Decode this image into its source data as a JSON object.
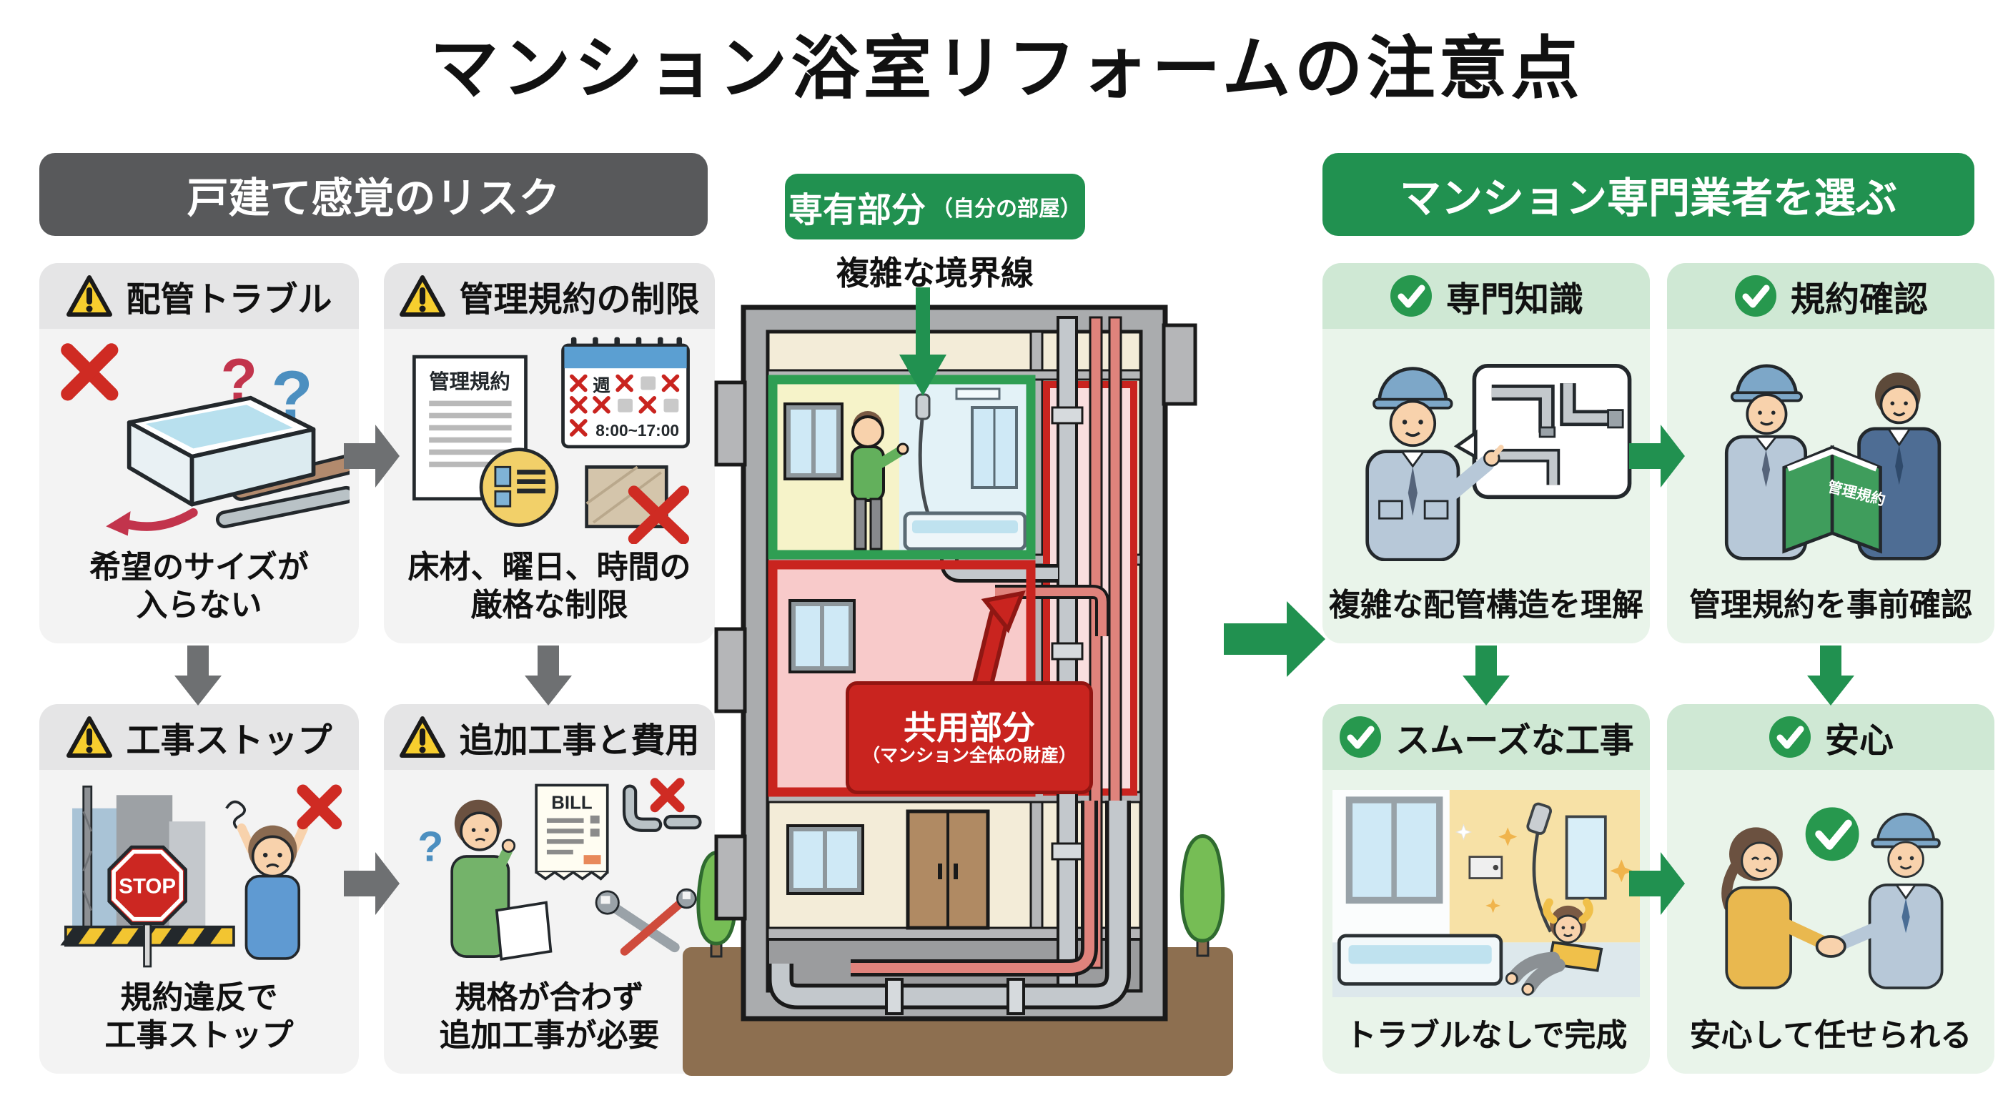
{
  "title": "マンション浴室リフォームの注意点",
  "left": {
    "header": "戸建て感覚のリスク",
    "cards": [
      {
        "title": "配管トラブル",
        "caption": "希望のサイズが\n入らない"
      },
      {
        "title": "管理規約の制限",
        "caption": "床材、曜日、時間の\n厳格な制限"
      },
      {
        "title": "工事ストップ",
        "caption": "規約違反で\n工事ストップ"
      },
      {
        "title": "追加工事と費用",
        "caption": "規格が合わず\n追加工事が必要"
      }
    ]
  },
  "center": {
    "owned_label": "専有部分",
    "owned_label_sub": "（自分の部屋）",
    "boundary_note": "複雑な境界線",
    "shared_label": "共用部分",
    "shared_label_sub": "（マンション全体の財産）"
  },
  "right": {
    "header": "マンション専門業者を選ぶ",
    "cards": [
      {
        "title": "専門知識",
        "caption": "複雑な配管構造を理解"
      },
      {
        "title": "規約確認",
        "caption": "管理規約を事前確認"
      },
      {
        "title": "スムーズな工事",
        "caption": "トラブルなしで完成"
      },
      {
        "title": "安心",
        "caption": "安心して任せられる"
      }
    ]
  },
  "artwork": {
    "rules_document_title": "管理規約",
    "calendar_week": "週",
    "calendar_hours": "8:00~17:00",
    "stop_sign": "STOP",
    "bill_label": "BILL",
    "rulebook_title": "管理規約"
  },
  "colors": {
    "risk_header_bg": "#58595b",
    "choose_header_bg": "#219150",
    "accent_green": "#219150",
    "accent_red": "#c9241f",
    "warning_yellow": "#f7ce2e",
    "card_gray_bg": "#f3f3f3",
    "card_gray_head": "#e5e5e6",
    "card_green_bg": "#e9f4ea",
    "card_green_head": "#cfe8d4",
    "gray_arrow": "#6e7072"
  }
}
